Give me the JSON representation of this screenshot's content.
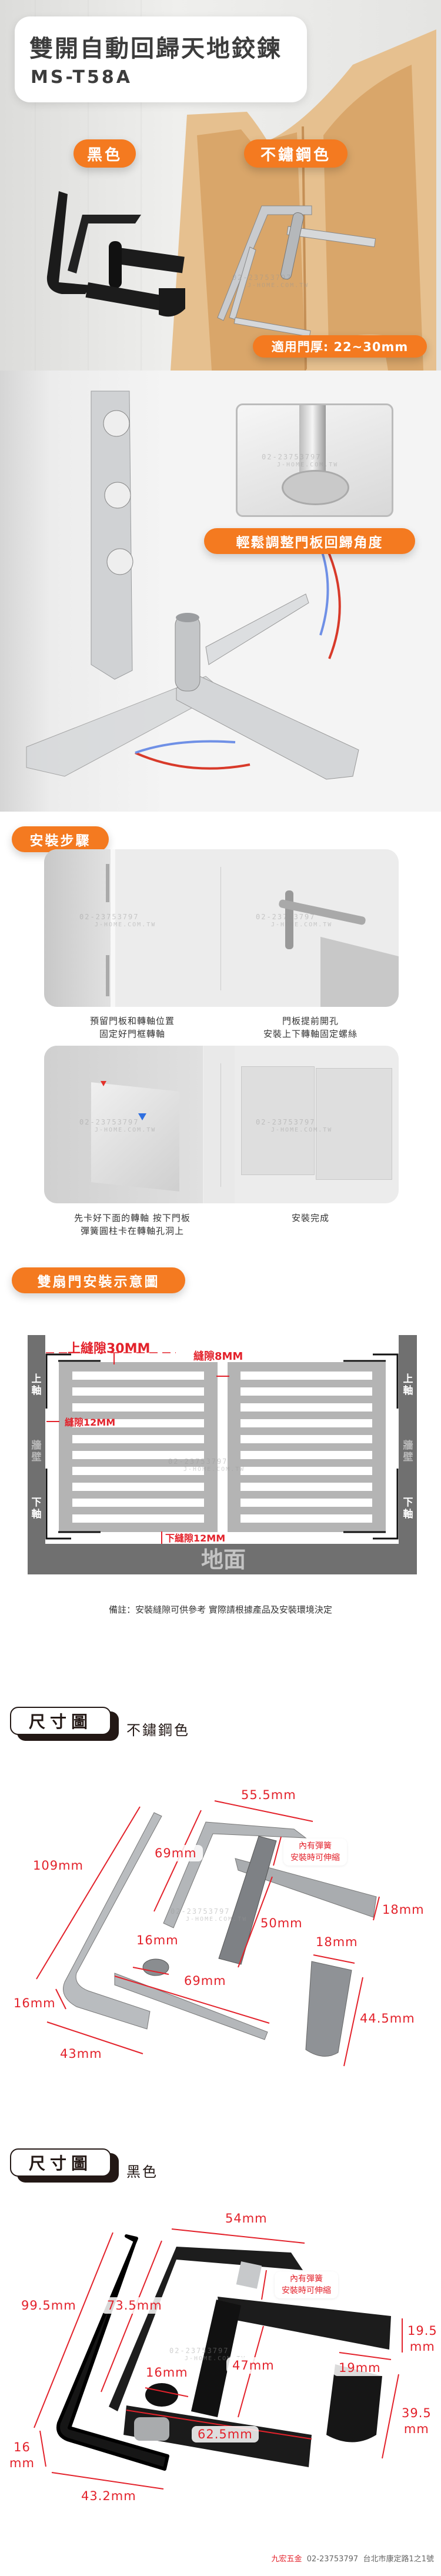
{
  "hero": {
    "title": "雙開自動回歸天地鉸鍊",
    "model": "MS-T58A",
    "variant_black": "黑色",
    "variant_steel": "不鏽鋼色",
    "thickness_badge": "適用門厚: 22~30mm"
  },
  "watermark": {
    "phone": "02-23753797",
    "site": "J-HOME.COM.TW"
  },
  "feature": {
    "badge": "輕鬆調整門板回歸角度"
  },
  "install": {
    "heading": "安裝步驟",
    "steps": [
      {
        "line1": "預留門板和轉軸位置",
        "line2": "固定好門框轉軸"
      },
      {
        "line1": "門板提前開孔",
        "line2": "安裝上下轉軸固定螺絲"
      },
      {
        "line1": "先卡好下面的轉軸 按下門板",
        "line2": "彈簧圓柱卡在轉軸孔洞上"
      },
      {
        "line1": "安裝完成",
        "line2": ""
      }
    ]
  },
  "diagram": {
    "heading": "雙扇門安裝示意圖",
    "top_gap": "上縫隙30MM",
    "middle_gap": "縫隙8MM",
    "side_gap": "縫隙12MM",
    "bottom_gap": "下縫隙12MM",
    "upper_axis": "上軸",
    "wall": "牆壁",
    "lower_axis": "下軸",
    "floor": "地面",
    "footnote": "備註：安裝縫隙可供參考 實際請根據產品及安裝環境決定"
  },
  "size_steel": {
    "heading": "尺寸圖",
    "subtitle": "不鏽鋼色",
    "spring_note_1": "內有彈簧",
    "spring_note_2": "安裝時可伸縮",
    "dims": {
      "top_width": "55.5mm",
      "inner_height": "69mm",
      "outer_height": "109mm",
      "arm_width": "18mm",
      "pin_length": "50mm",
      "collar": "16mm",
      "clip_width": "18mm",
      "arm_length": "69mm",
      "depth": "16mm",
      "clip_length": "44.5mm",
      "base_width": "43mm"
    }
  },
  "size_black": {
    "heading": "尺寸圖",
    "subtitle": "黑色",
    "spring_note_1": "內有彈簧",
    "spring_note_2": "安裝時可伸縮",
    "dims": {
      "top_width": "54mm",
      "outer_height": "99.5mm",
      "inner_height": "73.5mm",
      "arm_width_1": "19.5",
      "arm_width_2": "mm",
      "pin_length": "47mm",
      "clip_width": "19mm",
      "collar": "16mm",
      "clip_length_1": "39.5",
      "clip_length_2": "mm",
      "arm_length": "62.5mm",
      "depth_1": "16",
      "depth_2": "mm",
      "base_width": "43.2mm"
    }
  },
  "footer": {
    "store": "九宏五金",
    "phone": "02-23753797",
    "address": "台北市康定路1之1號"
  },
  "colors": {
    "accent": "#f47a20",
    "dimension": "#e3222b",
    "dark": "#231815"
  }
}
